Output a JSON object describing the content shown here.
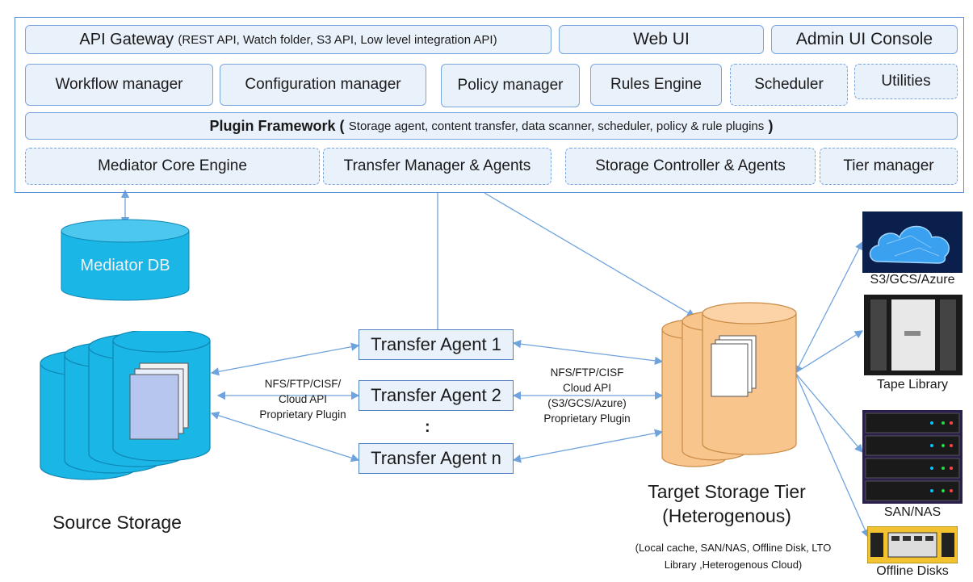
{
  "architecture": {
    "api_gateway": {
      "title": "API Gateway",
      "detail": "(REST API, Watch folder, S3 API, Low level integration API)"
    },
    "web_ui": "Web UI",
    "admin_ui": "Admin UI Console",
    "workflow_manager": "Workflow manager",
    "configuration_manager": "Configuration manager",
    "policy_manager": "Policy manager",
    "rules_engine": "Rules Engine",
    "scheduler": "Scheduler",
    "utilities": "Utilities",
    "plugin_framework": {
      "title": "Plugin Framework (",
      "detail": "Storage agent, content transfer, data scanner, scheduler, policy & rule plugins",
      "close": ")"
    },
    "mediator_core": "Mediator Core Engine",
    "transfer_manager": "Transfer Manager & Agents",
    "storage_controller": "Storage Controller & Agents",
    "tier_manager": "Tier manager"
  },
  "mediator_db": "Mediator DB",
  "transfer_agents": [
    "Transfer Agent 1",
    "Transfer Agent 2",
    "Transfer Agent n"
  ],
  "ellipsis": ":",
  "source_protocols": [
    "NFS/FTP/CISF/",
    "Cloud API",
    "Proprietary Plugin"
  ],
  "target_protocols": [
    "NFS/FTP/CISF",
    "Cloud API",
    "(S3/GCS/Azure)",
    "Proprietary Plugin"
  ],
  "source_storage": "Source Storage",
  "target_storage": {
    "title_line1": "Target Storage Tier",
    "title_line2": "(Heterogenous)",
    "note_line1": "(Local cache, SAN/NAS, Offline Disk, LTO",
    "note_line2": "Library ,Heterogenous Cloud)"
  },
  "targets": [
    "S3/GCS/Azure",
    "Tape Library",
    "SAN/NAS",
    "Offline Disks"
  ],
  "colors": {
    "box_fill": "#e9f1fb",
    "box_border": "#7aa6de",
    "source_cyan": "#1ab6e6",
    "target_orange": "#f8c58d",
    "line": "#6fa3dd"
  }
}
